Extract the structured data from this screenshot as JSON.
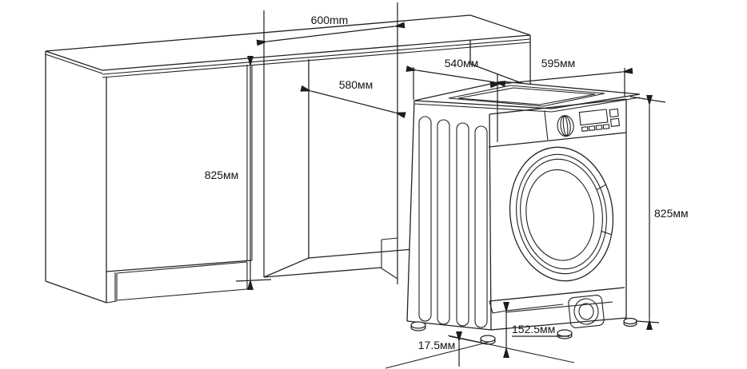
{
  "diagram": {
    "type": "installation-drawing",
    "background": "#ffffff",
    "ink_color": "#222222",
    "left_unit": "kitchen counter with built-in niche",
    "right_unit": "front-loading washing machine"
  },
  "labels": {
    "niche_width": "600mm",
    "niche_depth": "580мм",
    "niche_height": "825мм",
    "washer_depth": "540мм",
    "washer_width": "595мм",
    "washer_height": "825мм",
    "base_height": "152.5мм",
    "feet_height": "17.5мм"
  }
}
